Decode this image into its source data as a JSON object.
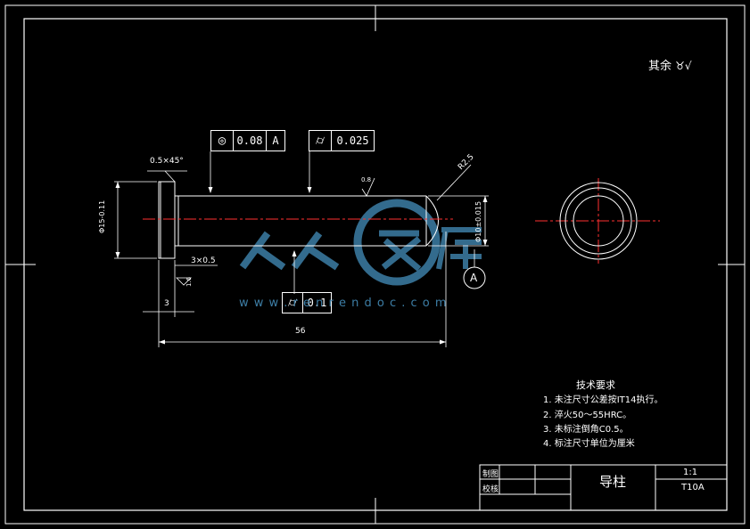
{
  "roughness_note": "其余",
  "roughness_symbol": "♉√",
  "tolerance_frames": {
    "concentricity": {
      "symbol": "◎",
      "value": "0.08",
      "datum": "A"
    },
    "cylindricity_top": {
      "symbol": "⌭",
      "value": "0.025"
    },
    "cylindricity_bottom": {
      "symbol": "⌭",
      "value": "0.1"
    }
  },
  "dimensions": {
    "chamfer": "0.5×45°",
    "radius": "R2.5",
    "head_diameter": "Φ15-0.11",
    "shaft_diameter": "Φ10±0.015",
    "undercut": "3×0.5",
    "head_length": "3",
    "total_length": "56",
    "roughness_top": "0.8",
    "roughness_left": "1.6"
  },
  "datum_label": "A",
  "tech_requirements": {
    "title": "技术要求",
    "items": [
      "1. 未注尺寸公差按IT14执行。",
      "2. 淬火50～55HRC。",
      "3. 未标注倒角C0.5。",
      "4. 标注尺寸单位为厘米"
    ]
  },
  "title_block": {
    "drawn_label": "制图",
    "checked_label": "校核",
    "part_name": "导柱",
    "scale": "1:1",
    "material": "T10A"
  },
  "watermark": {
    "text": "人人文库",
    "url": "w w w . r e n r e n d o c . c o m"
  },
  "colors": {
    "background": "#000000",
    "line": "#ffffff",
    "centerline": "#ff3030",
    "watermark": "#3d7ea6"
  }
}
